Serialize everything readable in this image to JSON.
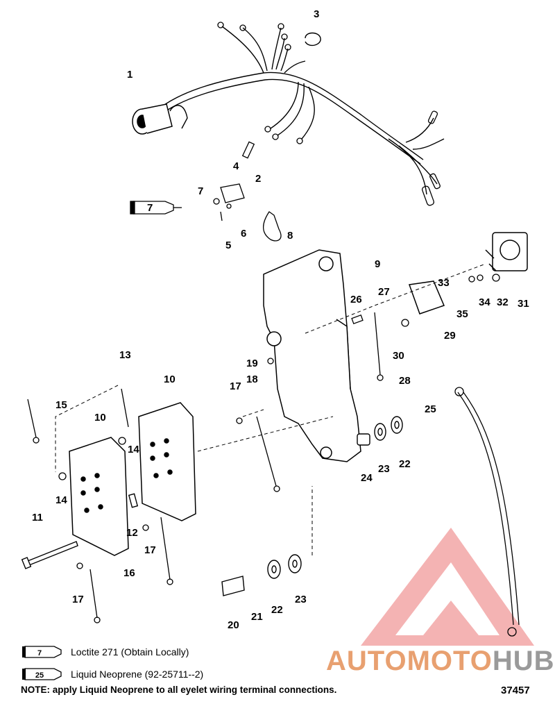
{
  "callouts": [
    {
      "id": "c1",
      "label": "1"
    },
    {
      "id": "c2",
      "label": "2"
    },
    {
      "id": "c3",
      "label": "3"
    },
    {
      "id": "c4",
      "label": "4"
    },
    {
      "id": "c5",
      "label": "5"
    },
    {
      "id": "c6",
      "label": "6"
    },
    {
      "id": "c7",
      "label": "7"
    },
    {
      "id": "c8",
      "label": "8"
    },
    {
      "id": "c9",
      "label": "9"
    },
    {
      "id": "c10a",
      "label": "10"
    },
    {
      "id": "c10b",
      "label": "10"
    },
    {
      "id": "c11",
      "label": "11"
    },
    {
      "id": "c12",
      "label": "12"
    },
    {
      "id": "c13",
      "label": "13"
    },
    {
      "id": "c14a",
      "label": "14"
    },
    {
      "id": "c14b",
      "label": "14"
    },
    {
      "id": "c15",
      "label": "15"
    },
    {
      "id": "c16",
      "label": "16"
    },
    {
      "id": "c17a",
      "label": "17"
    },
    {
      "id": "c17b",
      "label": "17"
    },
    {
      "id": "c17c",
      "label": "17"
    },
    {
      "id": "c18",
      "label": "18"
    },
    {
      "id": "c19",
      "label": "19"
    },
    {
      "id": "c20",
      "label": "20"
    },
    {
      "id": "c21",
      "label": "21"
    },
    {
      "id": "c22a",
      "label": "22"
    },
    {
      "id": "c22b",
      "label": "22"
    },
    {
      "id": "c23a",
      "label": "23"
    },
    {
      "id": "c23b",
      "label": "23"
    },
    {
      "id": "c24",
      "label": "24"
    },
    {
      "id": "c25",
      "label": "25"
    },
    {
      "id": "c26",
      "label": "26"
    },
    {
      "id": "c27",
      "label": "27"
    },
    {
      "id": "c28",
      "label": "28"
    },
    {
      "id": "c29",
      "label": "29"
    },
    {
      "id": "c30",
      "label": "30"
    },
    {
      "id": "c31",
      "label": "31"
    },
    {
      "id": "c32",
      "label": "32"
    },
    {
      "id": "c33",
      "label": "33"
    },
    {
      "id": "c34",
      "label": "34"
    },
    {
      "id": "c35",
      "label": "35"
    }
  ],
  "tube_labels": {
    "main": "7"
  },
  "legend": [
    {
      "tube_number": "7",
      "text": "Loctite 271 (Obtain Locally)"
    },
    {
      "tube_number": "25",
      "text": "Liquid Neoprene (92-25711--2)"
    }
  ],
  "note": "NOTE: apply Liquid Neoprene to all eyelet wiring terminal connections.",
  "part_number": "37457",
  "watermark": {
    "part_a": "AUTOMOTO",
    "part_b": "HUB",
    "color_a": "#e8a070",
    "color_b": "#9a9a9a",
    "logo_color": "#f19a9a"
  }
}
